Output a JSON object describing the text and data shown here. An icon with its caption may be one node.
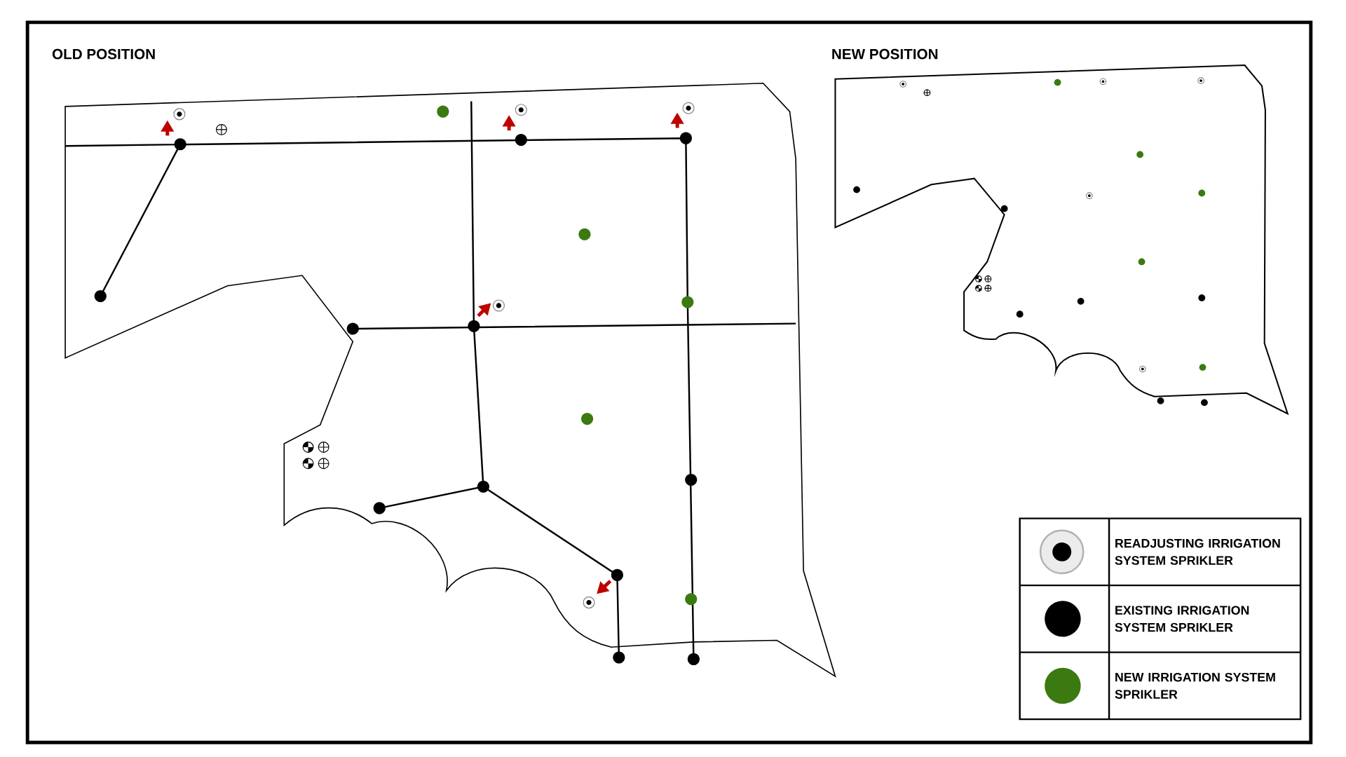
{
  "diagram": {
    "labels": [
      "OLD POSITION",
      "NEW POSITION"
    ],
    "legend": [
      {
        "text": "READJUSTING IRRIGATION SYSTEM SPRIKLER"
      },
      {
        "text": "EXISTING IRRIGATION SYSTEM SPRIKLER",
        "color": "#000000"
      },
      {
        "text": "NEW IRRIGATION SYSTEM SPRIKLER",
        "color": "#3b7a10"
      }
    ]
  }
}
